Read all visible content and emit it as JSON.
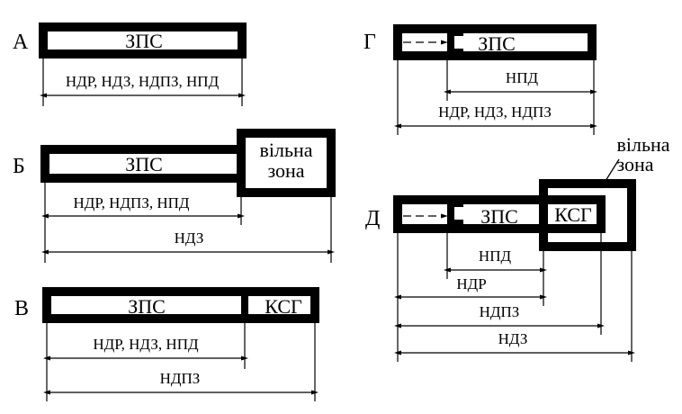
{
  "panels": {
    "a": {
      "letter": "А",
      "main_label": "ЗПС",
      "dims": [
        "НДР, НДЗ, НДПЗ, НПД"
      ]
    },
    "b": {
      "letter": "Б",
      "main_label": "ЗПС",
      "zone_line1": "вільна",
      "zone_line2": "зона",
      "dims": [
        "НДР,  НДПЗ, НПД",
        "НДЗ"
      ]
    },
    "v": {
      "letter": "В",
      "main_label": "ЗПС",
      "ksg_label": "КСГ",
      "dims": [
        "НДР, НДЗ,  НПД",
        "НДПЗ"
      ]
    },
    "g": {
      "letter": "Г",
      "main_label": "ЗПС",
      "dims": [
        "НПД",
        "НДР, НДЗ, НДПЗ"
      ]
    },
    "d": {
      "letter": "Д",
      "main_label": "ЗПС",
      "ksg_label": "КСГ",
      "zone_line1": "вільна",
      "zone_line2": "зона",
      "dims": [
        "НПД",
        "НДР",
        "НДПЗ",
        "НДЗ"
      ]
    }
  }
}
